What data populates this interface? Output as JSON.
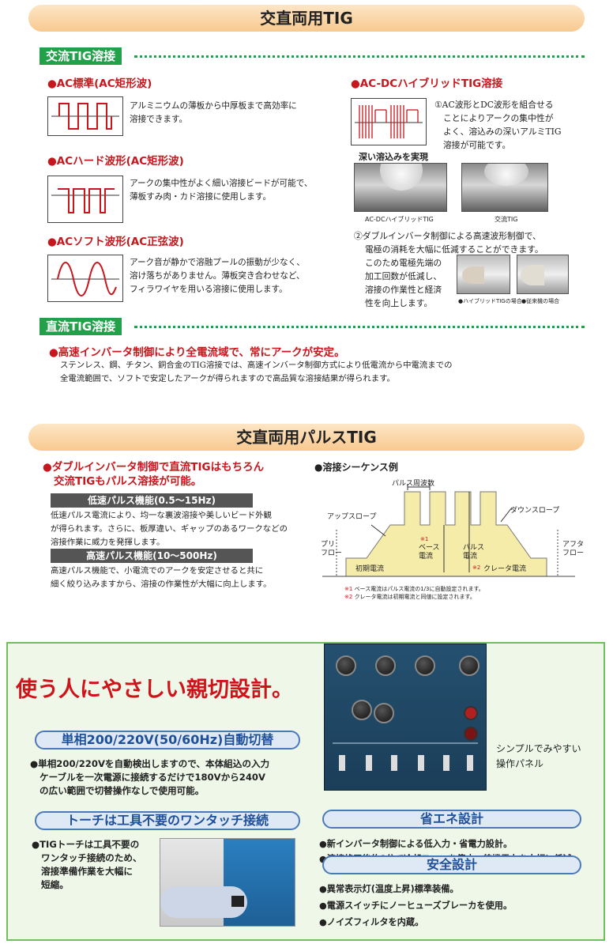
{
  "banners": {
    "ac_dc_tig": "交直両用TIG",
    "ac_dc_pulse": "交直両用パルスTIG"
  },
  "ac_tig": {
    "tag": "交流TIG溶接",
    "standard": {
      "title": "●AC標準(AC矩形波)",
      "desc": [
        "アルミニウムの薄板から中厚板まで高効率に",
        "溶接できます。"
      ]
    },
    "hard": {
      "title": "●ACハード波形(AC矩形波)",
      "desc": [
        "アークの集中性がよく細い溶接ビードが可能で、",
        "薄板すみ肉・カド溶接に使用します。"
      ]
    },
    "soft": {
      "title": "●ACソフト波形(AC正弦波)",
      "desc": [
        "アーク音が静かで溶融プールの振動が少なく、",
        "溶け落ちがありません。薄板突き合わせなど、",
        "フィラワイヤを用いる溶接に使用します。"
      ]
    },
    "hybrid": {
      "title": "●AC-DCハイブリッドTIG溶接",
      "desc1": [
        "①AC波形とDC波形を組合せる",
        "ことによりアークの集中性が",
        "よく、溶込みの深いアルミTIG",
        "溶接が可能です。"
      ],
      "deep_label": "深い溶込みを実現",
      "photo_left_caption": "AC-DCハイブリッドTIG",
      "photo_right_caption": "交流TIG",
      "desc2": [
        "②ダブルインバータ制御による高速波形制御で、",
        "電極の消耗を大幅に低減することができます。"
      ],
      "desc3": [
        "このため電極先端の",
        "加工回数が低減し、",
        "溶接の作業性と経済",
        "性を向上します。"
      ],
      "electrode_left_caption": "●ハイブリッドTIGの場合",
      "electrode_right_caption": "●従来機の場合"
    }
  },
  "dc_tig": {
    "tag": "直流TIG溶接",
    "title": "●高速インバータ制御により全電流域で、常にアークが安定。",
    "desc": [
      "ステンレス、鋼、チタン、銅合金のTIG溶接では、高速インバータ制御方式により低電流から中電流までの",
      "全電流範囲で、ソフトで安定したアークが得られますので高品質な溶接結果が得られます。"
    ]
  },
  "pulse": {
    "headline": [
      "●ダブルインバータ制御で直流TIGはもちろん",
      "交流TIGもパルス溶接が可能。"
    ],
    "low_title": "低速パルス機能(0.5〜15Hz)",
    "low_desc": [
      "低速パルス電流により、均一な裏波溶接や美しいビード外観",
      "が得られます。さらに、板厚違い、ギャップのあるワークなどの",
      "溶接作業に威力を発揮します。"
    ],
    "high_title": "高速パルス機能(10〜500Hz)",
    "high_desc": [
      "高速パルス機能で、小電流でのアークを安定させると共に",
      "細く絞り込みますから、溶接の作業性が大幅に向上します。"
    ],
    "sequence": {
      "title": "●溶接シーケンス例",
      "pulse_freq": "パルス周波数",
      "upslope": "アップスロープ",
      "downslope": "ダウンスロープ",
      "preflow": [
        "プリ",
        "フロー"
      ],
      "afterflow": [
        "アフタ",
        "フロー"
      ],
      "initial": "初期電流",
      "base_mark": "※1",
      "base": [
        "ベース",
        "電流"
      ],
      "pulse_current": [
        "パルス",
        "電流"
      ],
      "crater_mark": "※2",
      "crater": "クレータ電流",
      "note1_mark": "※1",
      "note1": "ベース電流はパルス電流の1/3に自動設定されます。",
      "note2_mark": "※2",
      "note2": "クレータ電流は初期電流と同値に設定されます。"
    }
  },
  "friendly": {
    "headline": "使う人にやさしい親切設計。",
    "panel_caption": [
      "シンプルでみやすい",
      "操作パネル"
    ],
    "auto_switch": {
      "title": "単相200/220V(50/60Hz)自動切替",
      "desc": [
        "●単相200/220Vを自動検出しますので、本体組込の入力",
        "ケーブルを一次電源に接続するだけで180Vから240V",
        "の広い範囲で切替操作なしで使用可能。"
      ]
    },
    "torch": {
      "title": "トーチは工具不要のワンタッチ接続",
      "desc": [
        "●TIGトーチは工具不要の",
        "ワンタッチ接続のため、",
        "溶接準備作業を大幅に",
        "短縮。"
      ]
    },
    "energy": {
      "title": "省エネ設計",
      "items": [
        "●新インバータ制御による低入力・省電力設計。",
        "●溶接終了後約8分で冷却ファンを停止、待機電力を大幅に低減。"
      ]
    },
    "safety": {
      "title": "安全設計",
      "items": [
        "●異常表示灯(温度上昇)標準装備。",
        "●電源スイッチにノーヒューズブレーカを使用。",
        "●ノイズフィルタを内蔵。"
      ]
    }
  }
}
